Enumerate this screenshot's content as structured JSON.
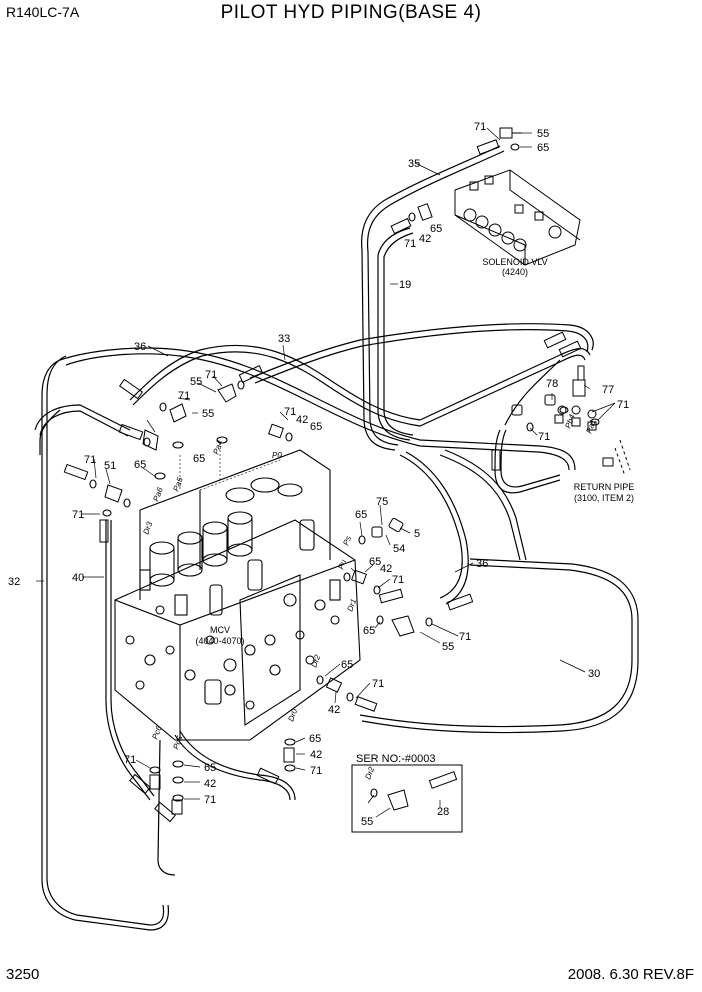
{
  "header": {
    "model": "R140LC-7A",
    "title": "PILOT HYD PIPING(BASE 4)"
  },
  "footer": {
    "page": "3250",
    "revision": "2008. 6.30  REV.8F"
  },
  "notes": {
    "solenoid_line1": "SOLENOID VLV",
    "solenoid_line2": "(4240)",
    "mcv_line1": "MCV",
    "mcv_line2": "(4040-4070)",
    "return_line1": "RETURN PIPE",
    "return_line2": "(3100, ITEM 2)",
    "ser_no": "SER NO:-#0003"
  },
  "callouts": [
    "71",
    "55",
    "65",
    "35",
    "71",
    "42",
    "65",
    "19",
    "33",
    "36",
    "55",
    "71",
    "71",
    "55",
    "71",
    "42",
    "65",
    "71",
    "51",
    "65",
    "65",
    "71",
    "40",
    "32",
    "78",
    "77",
    "71",
    "71",
    "75",
    "65",
    "54",
    "5",
    "65",
    "42",
    "71",
    "36",
    "65",
    "55",
    "71",
    "65",
    "71",
    "42",
    "30",
    "65",
    "42",
    "71",
    "71",
    "65",
    "42",
    "71",
    "55",
    "28"
  ],
  "port_labels": [
    "Pa4",
    "P0",
    "Pa5",
    "Pa6",
    "Dr3",
    "Pu",
    "Dr1",
    "Dr2",
    "Dr0",
    "Pc6",
    "Pc5",
    "Ps",
    "Pb4",
    "Pa1",
    "Dr2"
  ]
}
